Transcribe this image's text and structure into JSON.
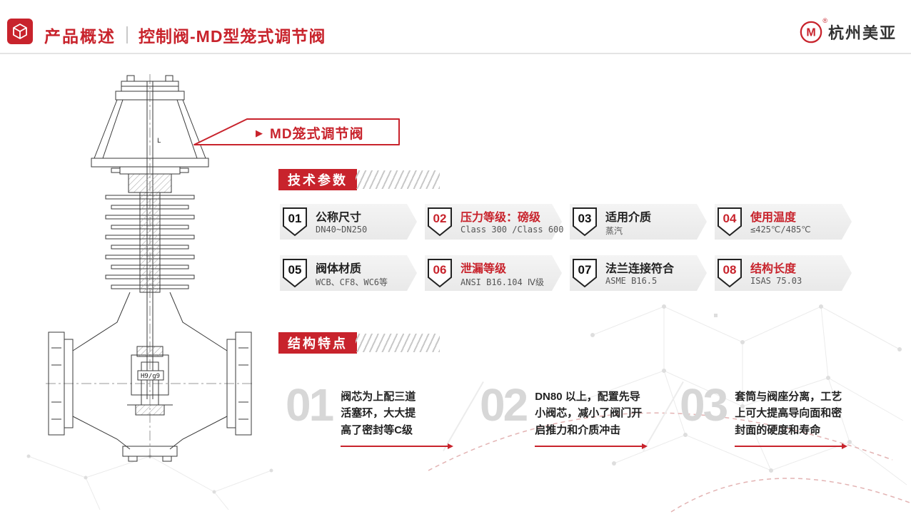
{
  "header": {
    "section_title": "产品概述",
    "divider": "|",
    "page_title": "控制阀-MD型笼式调节阀",
    "brand": {
      "name": "杭州美亚",
      "letter": "M",
      "reg": "®"
    },
    "accent_color": "#c8232c"
  },
  "ribbon": {
    "marker": "▶",
    "label": "MD笼式调节阀"
  },
  "sections": {
    "tech_params_title": "技术参数",
    "features_title": "结构特点"
  },
  "tech_params": [
    {
      "num": "01",
      "label": "公称尺寸",
      "value": "DN40~DN250"
    },
    {
      "num": "02",
      "label": "压力等级：磅级",
      "value": "Class 300 /Class 600"
    },
    {
      "num": "03",
      "label": "适用介质",
      "value": "蒸汽"
    },
    {
      "num": "04",
      "label": "使用温度",
      "value": "≤425℃/485℃"
    },
    {
      "num": "05",
      "label": "阀体材质",
      "value": "WCB、CF8、WC6等"
    },
    {
      "num": "06",
      "label": "泄漏等级",
      "value": "ANSI B16.104 Ⅳ级"
    },
    {
      "num": "07",
      "label": "法兰连接符合",
      "value": "ASME B16.5"
    },
    {
      "num": "08",
      "label": "结构长度",
      "value": "ISAS 75.03"
    }
  ],
  "features": [
    {
      "num": "01",
      "text": "阀芯为上配三道活塞环，大大提高了密封等C级"
    },
    {
      "num": "02",
      "text": "DN80 以上，配置先导小阀芯，减小了阀门开启推力和介质冲击"
    },
    {
      "num": "03",
      "text": "套筒与阀座分离，工艺上可大提高导向面和密封面的硬度和寿命"
    }
  ],
  "drawing": {
    "labels": {
      "fit": "H9/g9",
      "dim": "L"
    }
  }
}
